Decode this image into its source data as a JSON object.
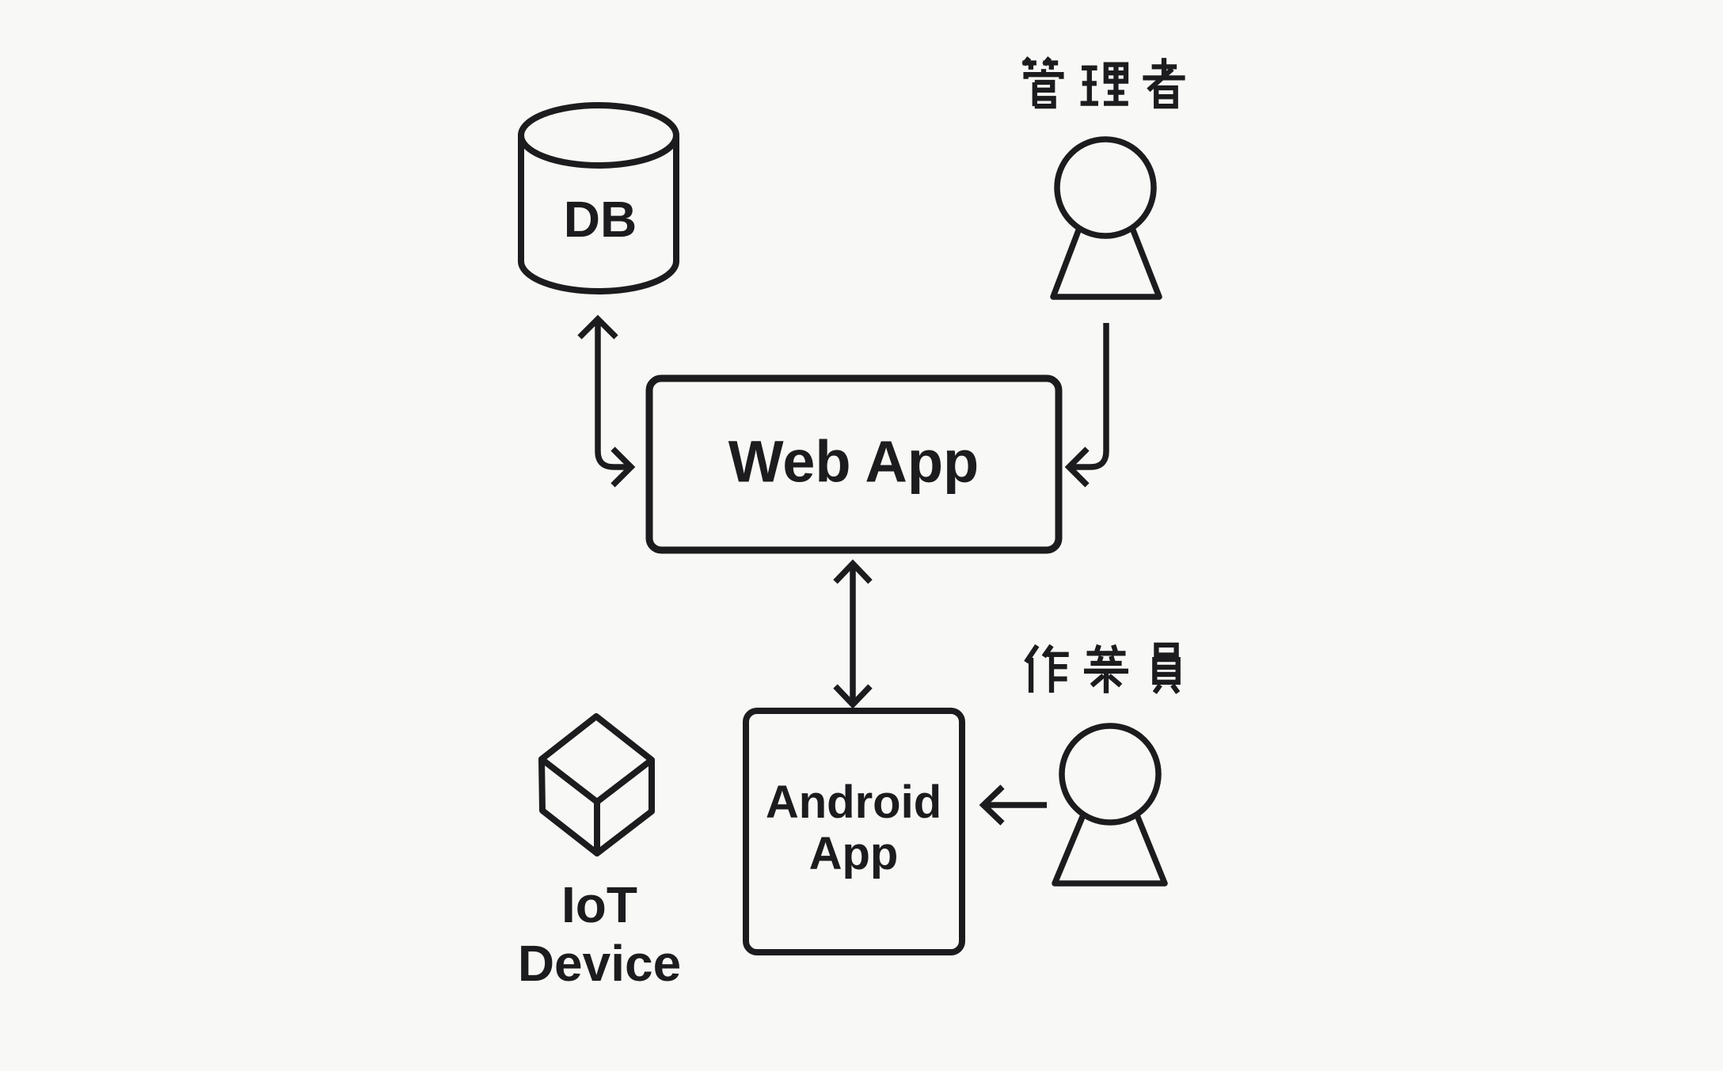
{
  "diagram": {
    "type": "system-architecture",
    "background_color": "#f8f8f6",
    "ink_color": "#1c1c1e",
    "nodes": {
      "db": {
        "label": "DB",
        "shape": "database-cylinder"
      },
      "web_app": {
        "label": "Web App",
        "shape": "rounded-rectangle"
      },
      "android_app": {
        "label": "Android App",
        "line1": "Android",
        "line2": "App",
        "shape": "rounded-rectangle"
      },
      "iot_device": {
        "label": "IoT Device",
        "line1": "IoT",
        "line2": "Device",
        "shape": "cube"
      },
      "admin": {
        "label": "管理者",
        "shape": "person"
      },
      "worker": {
        "label": "作業員",
        "shape": "person"
      }
    },
    "edges": [
      {
        "from": "DB",
        "to": "Web App",
        "arrows": "both",
        "path": "elbow"
      },
      {
        "from": "管理者",
        "to": "Web App",
        "arrows": "to",
        "path": "elbow"
      },
      {
        "from": "Web App",
        "to": "Android App",
        "arrows": "both",
        "path": "straight"
      },
      {
        "from": "作業員",
        "to": "Android App",
        "arrows": "to",
        "path": "straight"
      }
    ]
  }
}
